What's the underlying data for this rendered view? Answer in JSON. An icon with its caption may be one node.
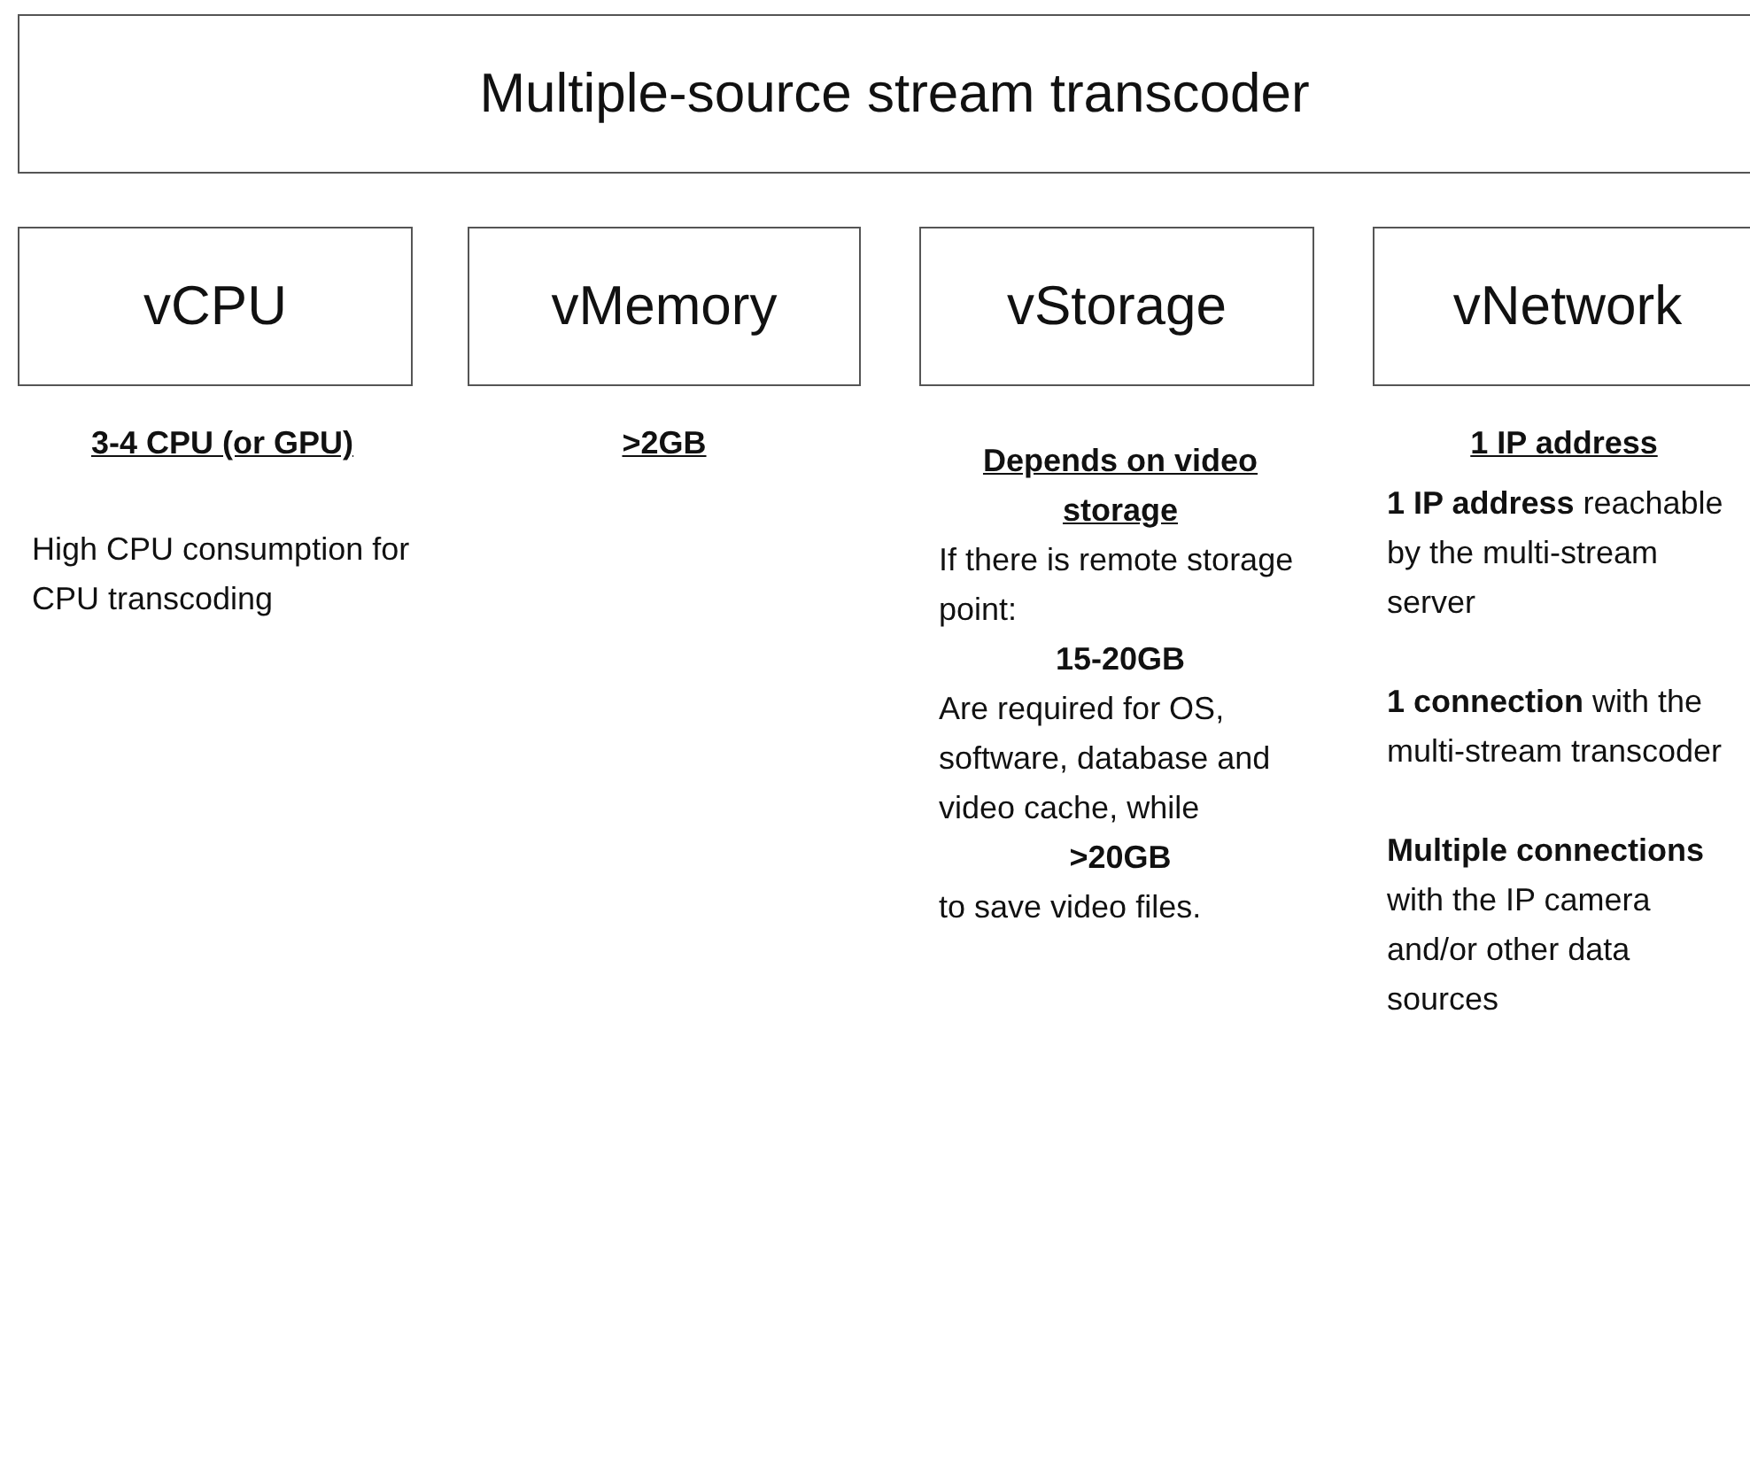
{
  "diagram": {
    "nodes": [
      {
        "text": [
          "Multiple-source stream transcoder"
        ]
      },
      {
        "text": [
          "vCPU"
        ],
        "beside": [
          "3-4 CPU (or GPU)",
          "High CPU consumption for CPU transcoding"
        ]
      },
      {
        "text": [
          "vMemory"
        ],
        "beside": [
          ">2GB"
        ]
      },
      {
        "text": [
          "vStorage"
        ],
        "beside": [
          "Depends on video storage",
          "If there is remote storage point:",
          "15-20GB",
          "Are required for OS, software, database and video cache, while",
          ">20GB",
          "to save video files."
        ]
      },
      {
        "text": [
          "vNetwork"
        ],
        "beside": [
          "1 IP address",
          "**1 IP address** reachable by the multi-stream server",
          "**1 connection** with the multi-stream transcoder",
          "**Multiple connections** with the IP camera and/or other data sources"
        ]
      }
    ]
  }
}
